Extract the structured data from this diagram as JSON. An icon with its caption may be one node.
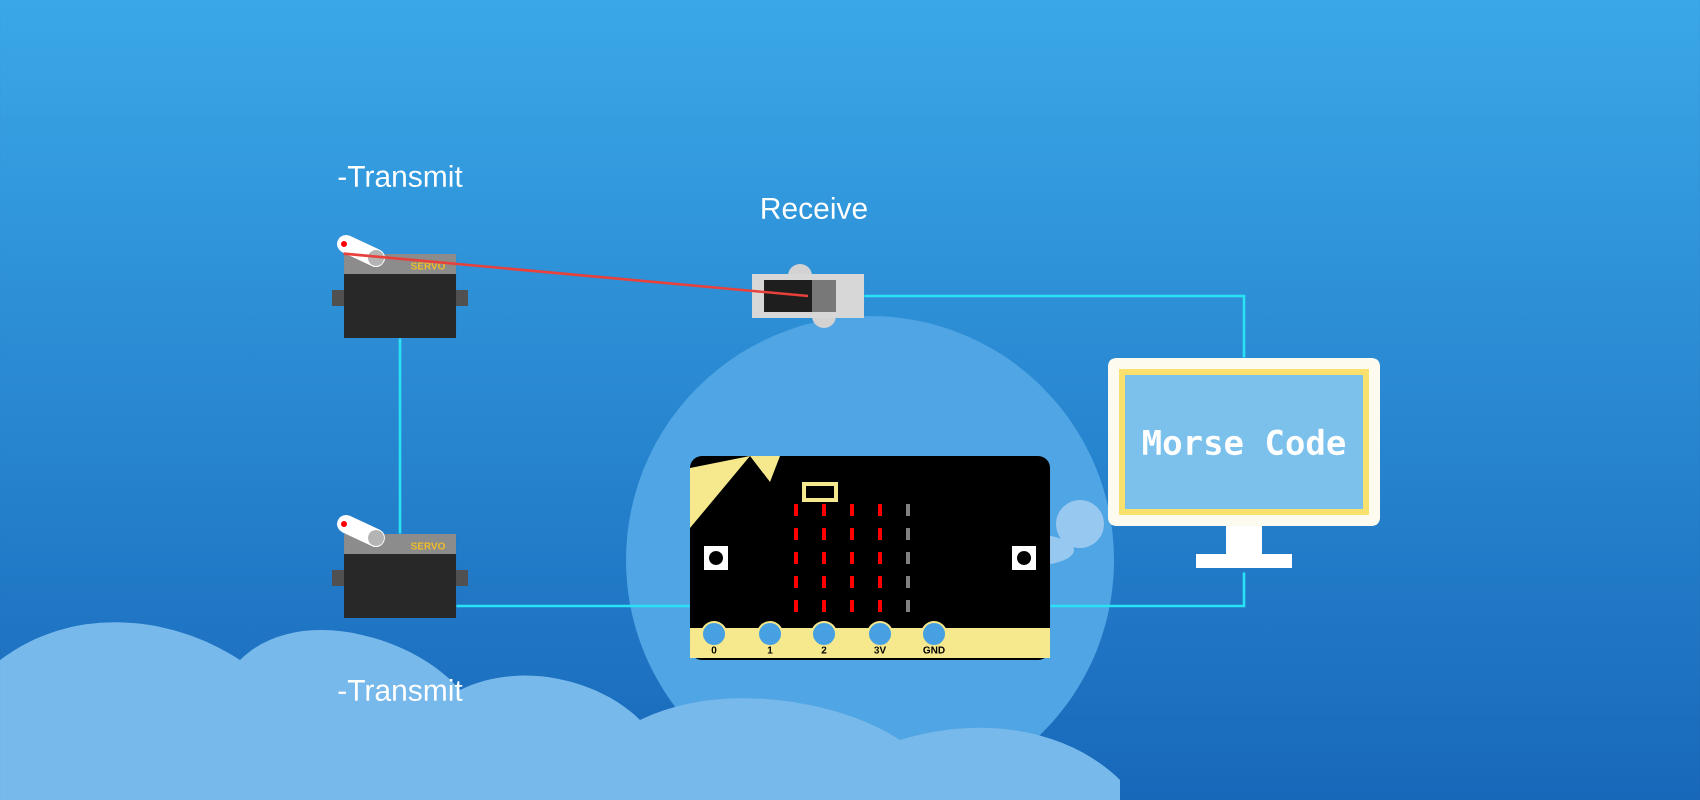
{
  "diagram": {
    "nodes": [
      {
        "text": [
          "-Transmit"
        ]
      },
      {
        "text": [
          "Receive"
        ]
      },
      {
        "text": [
          "-Transmit"
        ]
      },
      {
        "text": [],
        "shape": "picture"
      },
      {
        "text": [
          "Morse Code"
        ]
      }
    ],
    "edges": [
      {
        "from": 0,
        "to": 1,
        "arrow": "none",
        "color": "#e8413c"
      },
      {
        "from": 0,
        "to": 2,
        "arrow": "none"
      },
      {
        "from": 2,
        "to": 3,
        "arrow": "none"
      },
      {
        "from": 3,
        "to": 4,
        "arrow": "none"
      },
      {
        "from": 1,
        "to": 4,
        "arrow": "none"
      }
    ],
    "labels": [
      "SERVO",
      "SERVO",
      "0",
      "1",
      "2",
      "3V",
      "GND"
    ]
  }
}
